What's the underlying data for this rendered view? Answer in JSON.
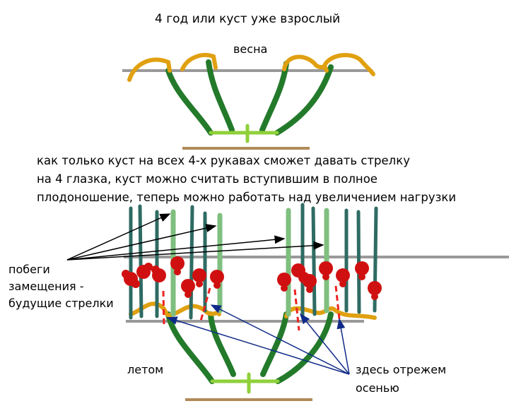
{
  "title": "4 год или куст уже взрослый",
  "spring_label": "весна",
  "description": [
    "как только куст на всех 4-х рукавах сможет давать стрелку",
    "на 4 глазка, куст можно считать вступившим в полное",
    "плодоношение, теперь можно работать над увеличением нагрузки"
  ],
  "shoots_label": [
    "побеги",
    "замещения -",
    "будущие стрелки"
  ],
  "summer_label": "летом",
  "cut_label": [
    "здесь отрежем",
    "осенью"
  ],
  "colors": {
    "arm": "#237a2a",
    "cane": "#e0a010",
    "shoot": "#2e6b63",
    "replacement_shoot": "#7fbf7f",
    "grapes": "#d01010",
    "wire": "#999999",
    "ground": "#b08a5a",
    "cut_mark": "#ee2222",
    "arrow_blue": "#102a88"
  }
}
